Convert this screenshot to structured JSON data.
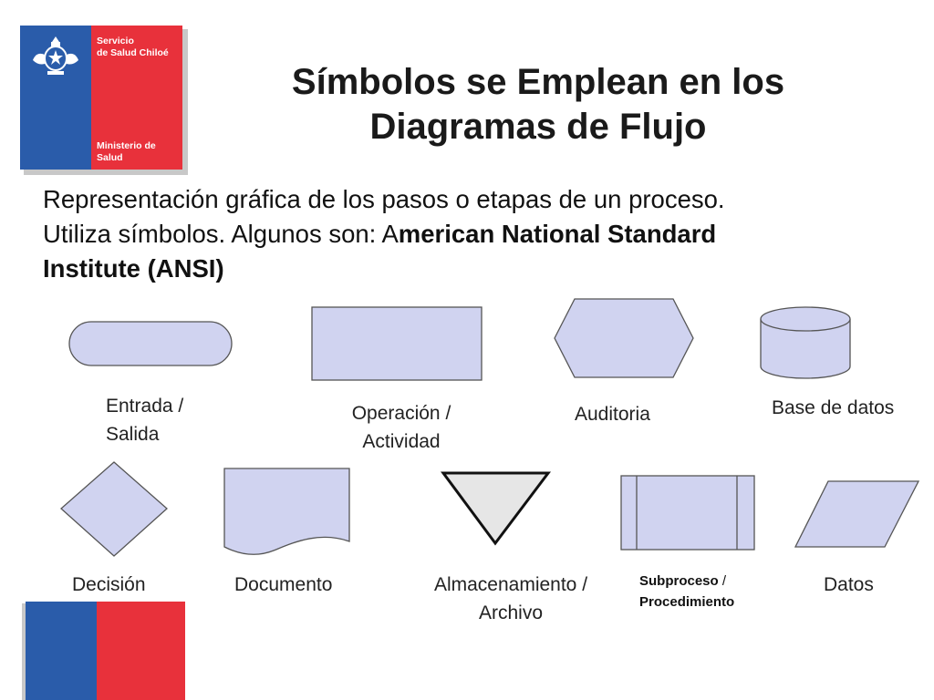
{
  "logo": {
    "line1": "Servicio",
    "line2": "de Salud Chiloé",
    "line3": "Ministerio de",
    "line4": "Salud",
    "colors": {
      "blue": "#2a5caa",
      "red": "#e8313b"
    }
  },
  "title": {
    "line1": "Símbolos se Emplean en los",
    "line2": "Diagramas de Flujo"
  },
  "intro": {
    "line1": "Representación gráfica de los pasos o etapas de un proceso.",
    "line2_prefix": "Utiliza símbolos. Algunos son: A",
    "line2_bold": "merican National Standard",
    "line3_bold": "Institute (ANSI)"
  },
  "symbols": {
    "fill_color": "#d0d3f0",
    "stroke_color": "#555555",
    "entrada": {
      "line1": "Entrada /",
      "line2": "Salida"
    },
    "operacion": {
      "line1": "Operación /",
      "line2": "Actividad"
    },
    "auditoria": "Auditoria",
    "base_datos": "Base de datos",
    "decision": "Decisión",
    "documento": "Documento",
    "almacenamiento": {
      "line1": "Almacenamiento /",
      "line2": "Archivo"
    },
    "subproceso": {
      "line1_bold": "Subproceso",
      "line1_rest": " /",
      "line2": "Procedimiento"
    },
    "datos": "Datos"
  }
}
